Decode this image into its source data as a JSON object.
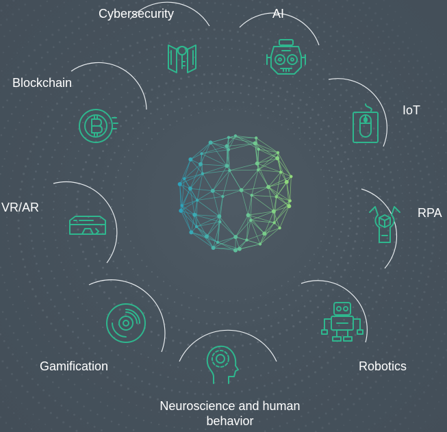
{
  "theme": {
    "background": "#47535d",
    "accent": "#2fb78e",
    "accent_light": "#8fd6a0",
    "arc_color": "#e8ecef",
    "label_color": "#ffffff"
  },
  "center": {
    "icon": "network-globe-icon"
  },
  "technologies": [
    {
      "id": "cybersecurity",
      "label": "Cybersecurity",
      "icon": "shield-key-icon"
    },
    {
      "id": "ai",
      "label": "AI",
      "icon": "robot-head-icon"
    },
    {
      "id": "iot",
      "label": "IoT",
      "icon": "mouse-icon"
    },
    {
      "id": "rpa",
      "label": "RPA",
      "icon": "wrench-cube-icon"
    },
    {
      "id": "robotics",
      "label": "Robotics",
      "icon": "robot-icon"
    },
    {
      "id": "neuroscience",
      "label": "Neuroscience and human behavior",
      "label_lines": [
        "Neuroscience and human",
        "behavior"
      ],
      "icon": "head-gear-icon"
    },
    {
      "id": "gamification",
      "label": "Gamification",
      "icon": "disc-icon"
    },
    {
      "id": "vrar",
      "label": "VR/AR",
      "icon": "vr-headset-icon"
    },
    {
      "id": "blockchain",
      "label": "Blockchain",
      "icon": "bitcoin-icon"
    }
  ]
}
